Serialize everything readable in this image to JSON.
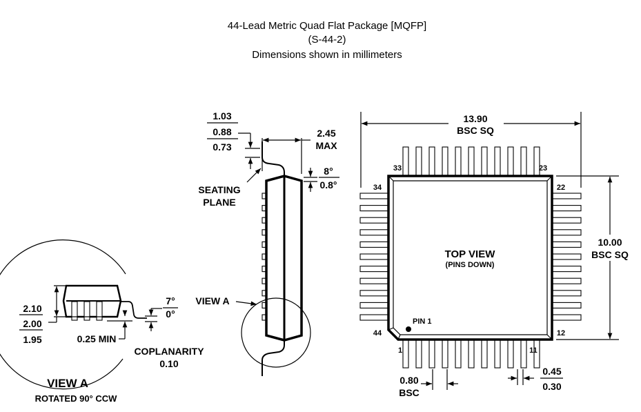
{
  "title": {
    "line1": "44-Lead Metric Quad Flat Package [MQFP]",
    "line2": "(S-44-2)",
    "line3": "Dimensions shown in millimeters"
  },
  "side_view": {
    "lead_thickness": [
      "1.03",
      "0.88",
      "0.73"
    ],
    "height_max": [
      "2.45",
      "MAX"
    ],
    "angle": [
      "8°",
      "0.8°"
    ],
    "seating_plane": [
      "SEATING",
      "PLANE"
    ],
    "view_a_label": "VIEW A"
  },
  "top_view": {
    "width": [
      "13.90",
      "BSC SQ"
    ],
    "body": [
      "10.00",
      "BSC SQ"
    ],
    "label": "TOP VIEW",
    "sublabel": "(PINS DOWN)",
    "pin1": "PIN 1",
    "pin_numbers": {
      "p33": "33",
      "p23": "23",
      "p34": "34",
      "p22": "22",
      "p44": "44",
      "p12": "12",
      "p1": "1",
      "p11": "11"
    },
    "pitch": [
      "0.80",
      "BSC"
    ],
    "lead_width": [
      "0.45",
      "0.30"
    ],
    "pins_per_side": 11
  },
  "view_a": {
    "height": [
      "2.10",
      "2.00",
      "1.95"
    ],
    "standoff": "0.25 MIN",
    "angle": [
      "7°",
      "0°"
    ],
    "coplanarity": [
      "COPLANARITY",
      "0.10"
    ],
    "title": "VIEW A",
    "subtitle": "ROTATED 90° CCW"
  }
}
